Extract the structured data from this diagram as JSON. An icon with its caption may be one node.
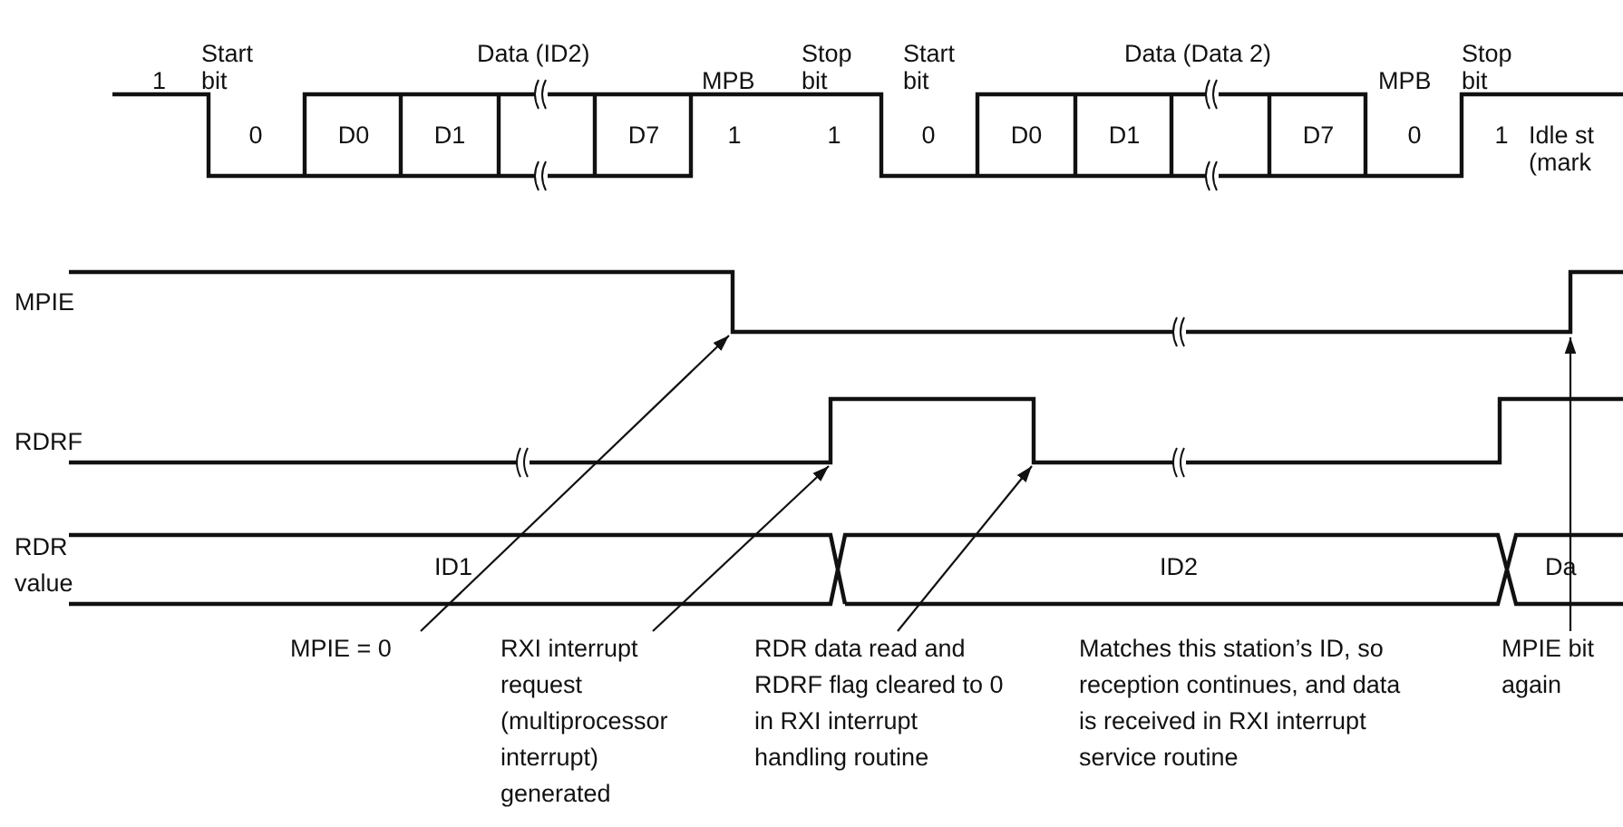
{
  "diagram": {
    "nodes": [
      {
        "text": [
          "MPIE = 0"
        ]
      },
      {
        "text": [
          "RXI interrupt request (multiprocessor interrupt) generated"
        ]
      },
      {
        "text": [
          "RDR data read and RDRF flag cleared to 0 in RXI interrupt handling routine"
        ]
      },
      {
        "text": [
          "MPIE bit again"
        ]
      }
    ],
    "edges": [
      {
        "from": 0,
        "to": null,
        "arrow": "to"
      },
      {
        "from": 1,
        "to": null,
        "arrow": "to"
      },
      {
        "from": 2,
        "to": null,
        "arrow": "to"
      },
      {
        "from": 3,
        "to": null,
        "arrow": "to"
      }
    ],
    "labels": [
      "1",
      "Start bit",
      "Data (ID2)",
      "MPB",
      "Stop bit",
      "Start bit",
      "Data (Data 2)",
      "MPB",
      "Stop bit",
      "0",
      "D0",
      "D1",
      "D7",
      "1",
      "1",
      "0",
      "D0",
      "D1",
      "D7",
      "0",
      "1",
      "Idle st (mark",
      "MPIE",
      "RDRF",
      "RDR value",
      "ID1",
      "ID2",
      "Da",
      "Matches this station’s ID, so reception continues, and data is received in RXI interrupt service routine"
    ]
  }
}
